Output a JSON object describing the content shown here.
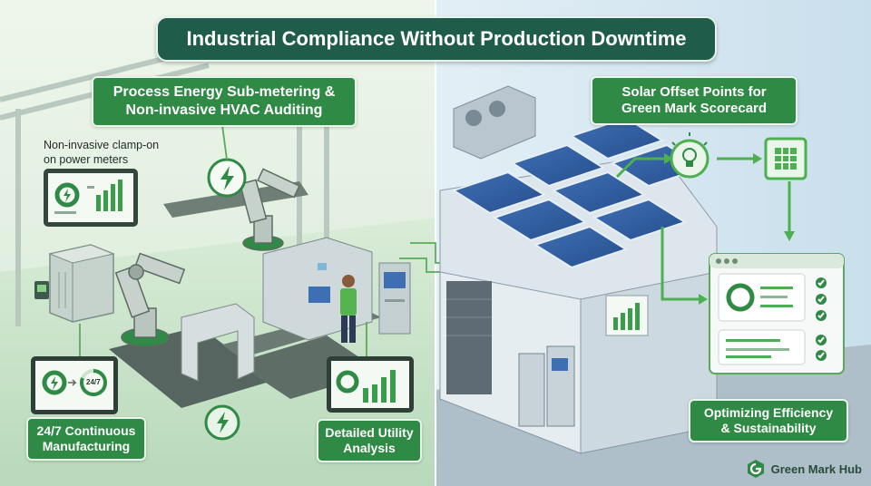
{
  "title": "Industrial Compliance Without Production Downtime",
  "labels": {
    "sub_metering": {
      "line1": "Process Energy Sub-metering &",
      "line2": "Non-invasive HVAC Auditing"
    },
    "clamp_on": {
      "line1": "Non-invasive clamp-on",
      "line2": "on power meters"
    },
    "continuous": {
      "line1": "24/7 Continuous",
      "line2": "Manufacturing"
    },
    "utility": {
      "line1": "Detailed Utility",
      "line2": "Analysis"
    },
    "solar": {
      "line1": "Solar Offset Points for",
      "line2": "Green Mark Scorecard"
    },
    "optimizing": {
      "line1": "Optimizing Efficiency",
      "line2": "& Sustainability"
    }
  },
  "dashboard_247_text": "24/7",
  "brand": {
    "name": "Green Mark Hub"
  },
  "colors": {
    "title_bg": "#1f5d4a",
    "label_bg": "#2f8a45",
    "left_bg": "#e3efe0",
    "right_bg": "#d8e8f1",
    "accent_green": "#4caf50"
  },
  "icons": [
    "lightning-icon",
    "lightbulb-icon",
    "grid-icon",
    "check-icon",
    "chart-icon",
    "logo-icon"
  ]
}
